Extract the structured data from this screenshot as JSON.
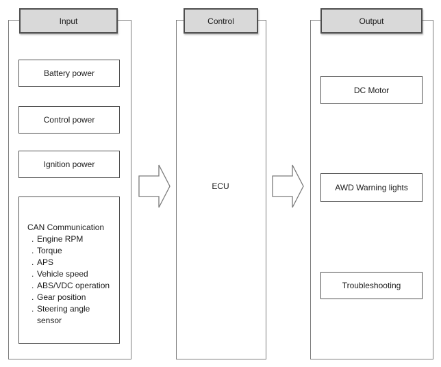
{
  "diagram": {
    "bullet": ".",
    "input": {
      "header": "Input",
      "boxes": [
        {
          "label": "Battery power"
        },
        {
          "label": "Control power"
        },
        {
          "label": "Ignition power"
        }
      ],
      "can": {
        "title": "CAN Communication",
        "items": [
          {
            "label": "Engine RPM"
          },
          {
            "label": "Torque"
          },
          {
            "label": "APS"
          },
          {
            "label": "Vehicle speed"
          },
          {
            "label": "ABS/VDC operation"
          },
          {
            "label": "Gear position"
          },
          {
            "label": "Steering angle sensor"
          }
        ]
      }
    },
    "control": {
      "header": "Control",
      "ecu_label": "ECU"
    },
    "output": {
      "header": "Output",
      "boxes": [
        {
          "label": "DC Motor"
        },
        {
          "label": "AWD Warning lights"
        },
        {
          "label": "Troubleshooting"
        }
      ]
    },
    "colors": {
      "header_fill": "#d9d9d9",
      "box_border": "#4e4e4e",
      "container_border": "#7a7a7a",
      "text": "#1b1b1b",
      "background": "#ffffff"
    }
  }
}
